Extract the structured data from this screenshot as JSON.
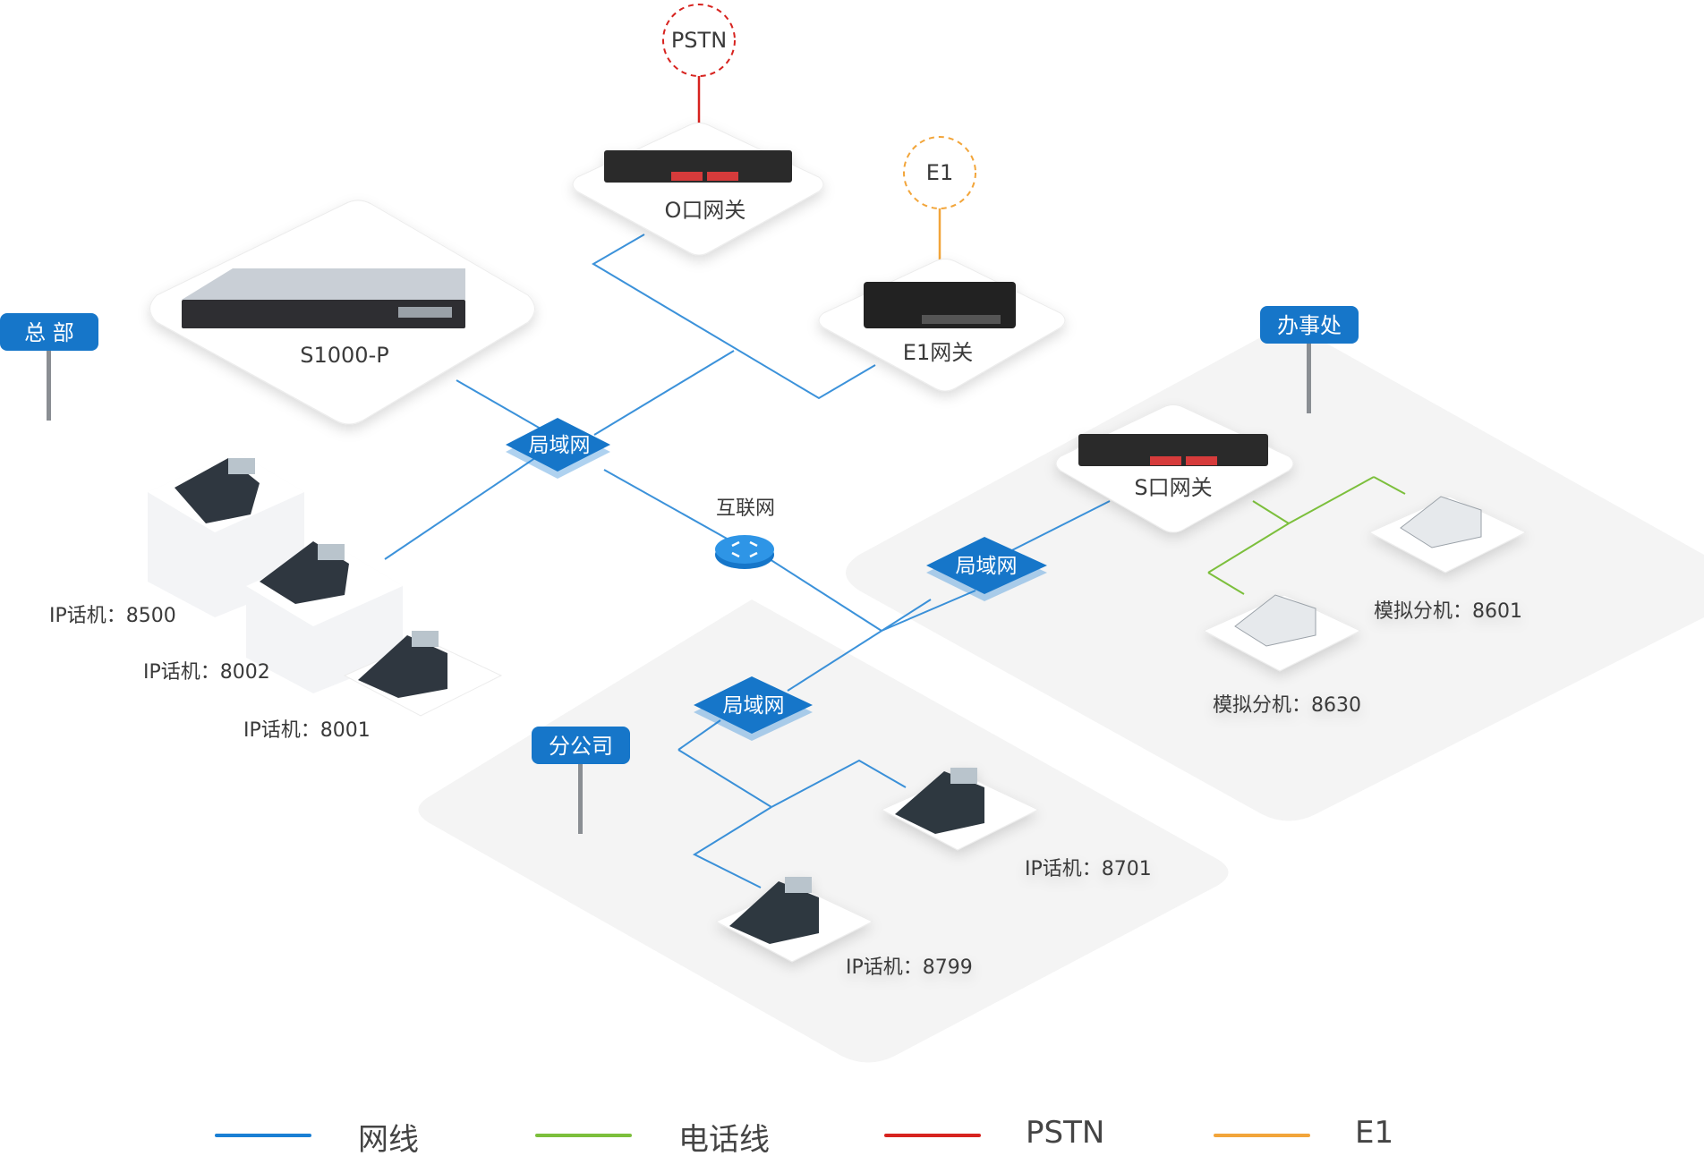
{
  "colors": {
    "network": "#1a7fd4",
    "phone": "#7cbf3c",
    "pstn": "#d7231f",
    "e1": "#f2a53a",
    "tag_blue": "#1676c9"
  },
  "nodes": {
    "pstn": "PSTN",
    "e1_ring": "E1",
    "fxo_gateway": "O口网关",
    "e1_gateway": "E1网关",
    "server": "S1000-P",
    "fxs_gateway": "S口网关",
    "lan_hq": "局域网",
    "lan_office": "局域网",
    "lan_branch": "局域网",
    "internet": "互联网"
  },
  "sites": {
    "hq": "总 部",
    "office": "办事处",
    "branch": "分公司"
  },
  "phones": {
    "ip_8500": "IP话机：8500",
    "ip_8002": "IP话机：8002",
    "ip_8001": "IP话机：8001",
    "analog_8601": "模拟分机：8601",
    "analog_8630": "模拟分机：8630",
    "ip_8701": "IP话机：8701",
    "ip_8799": "IP话机：8799"
  },
  "legend": [
    {
      "label": "网线",
      "color": "#1a7fd4"
    },
    {
      "label": "电话线",
      "color": "#7cbf3c"
    },
    {
      "label": "PSTN",
      "color": "#d7231f"
    },
    {
      "label": "E1",
      "color": "#f2a53a"
    }
  ]
}
